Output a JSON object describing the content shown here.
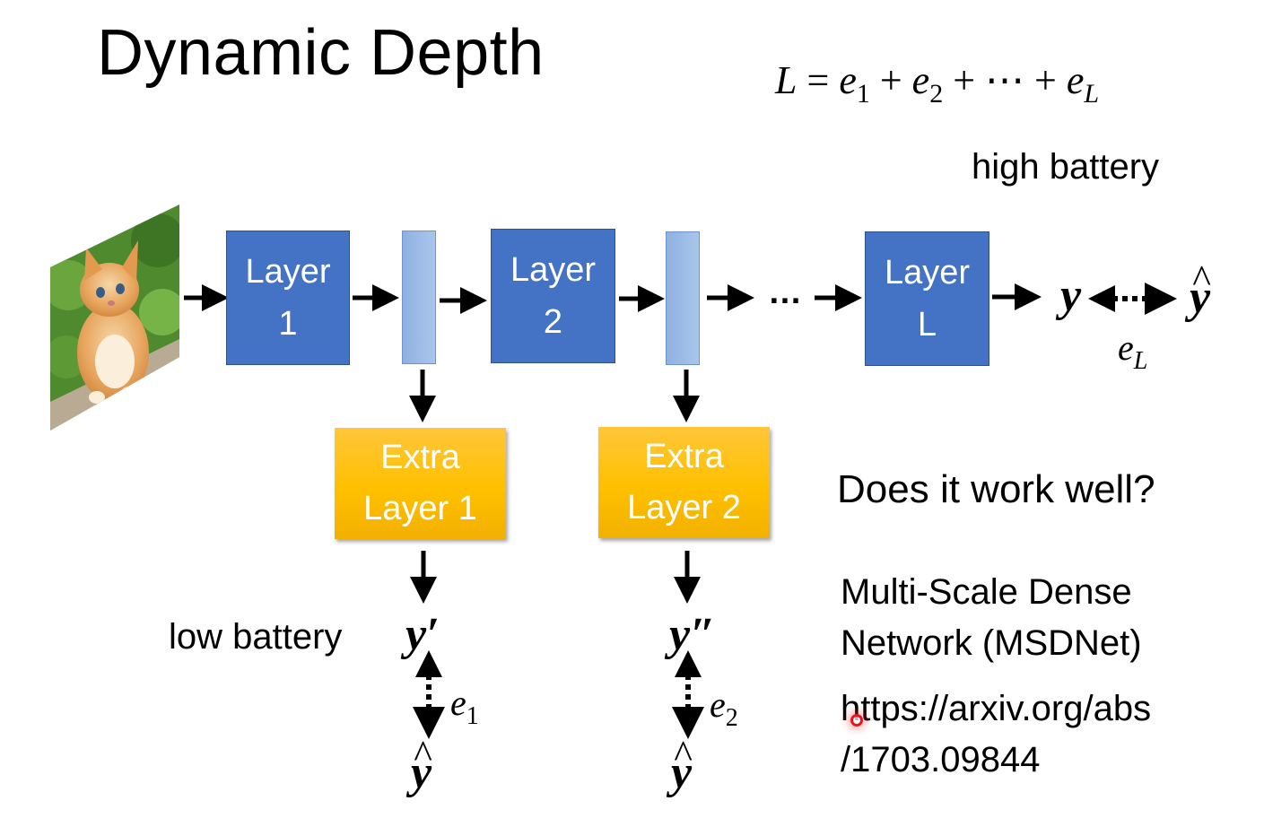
{
  "slide": {
    "title": "Dynamic Depth",
    "formula": {
      "lhs": "L",
      "eq": " = ",
      "terms": [
        {
          "base": "e",
          "sub": "1"
        },
        {
          "base": "e",
          "sub": "2"
        },
        {
          "base": "e",
          "sub": "L"
        }
      ],
      "plus": " + ",
      "ellipsis": "⋯"
    },
    "high_battery_label": "high battery",
    "low_battery_label": "low battery",
    "input_image": "kitten-photo",
    "layers": [
      {
        "line1": "Layer",
        "line2": "1"
      },
      {
        "line1": "Layer",
        "line2": "2"
      },
      {
        "line1": "Layer",
        "line2": "L"
      }
    ],
    "chain_ellipsis": "…",
    "extra_layers": [
      {
        "line1": "Extra",
        "line2": "Layer 1"
      },
      {
        "line1": "Extra",
        "line2": "Layer 2"
      }
    ],
    "outputs": {
      "final": {
        "pred": "y",
        "target": "ŷ",
        "error_base": "e",
        "error_sub": "L"
      },
      "exit1": {
        "pred": "y′",
        "target": "y",
        "error_base": "e",
        "error_sub": "1"
      },
      "exit2": {
        "pred": "y″",
        "target": "y",
        "error_base": "e",
        "error_sub": "2"
      }
    },
    "hat_glyph": "^",
    "question": "Does it work well?",
    "reference": {
      "name_line1": "Multi-Scale Dense",
      "name_line2": "Network (MSDNet)",
      "url_line1": "https://arxiv.org/abs",
      "url_line2": "/1703.09844"
    },
    "colors": {
      "layer_blue": "#4472c4",
      "intermediate_bar": "#a9c6ec",
      "extra_layer_gold": "#ffc000",
      "pointer_red": "#e8141b"
    }
  }
}
